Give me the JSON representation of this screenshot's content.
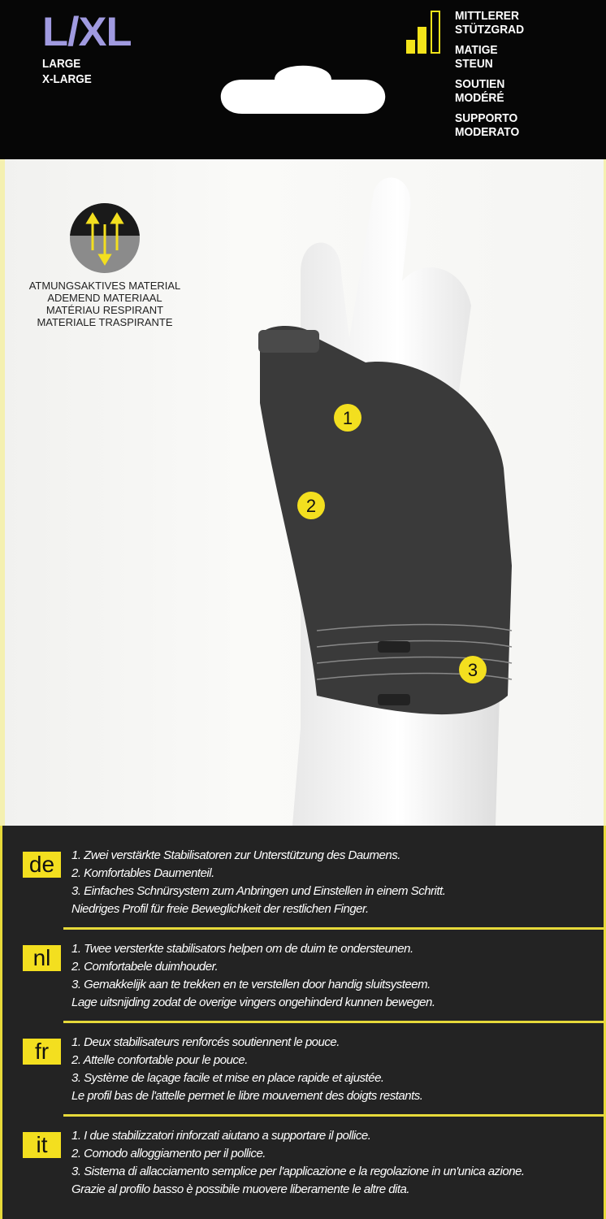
{
  "header": {
    "size_code": "L/XL",
    "size_names": [
      "LARGE",
      "X-LARGE"
    ],
    "support_level": {
      "filled_bars": 2,
      "total_bars": 3,
      "labels": [
        "MITTLERER",
        "STÜTZGRAD",
        "MATIGE",
        "STEUN",
        "SOUTIEN",
        "MODÉRÉ",
        "SUPPORTO",
        "MODERATO"
      ]
    }
  },
  "material": {
    "icon": "breathable-arrows-icon",
    "labels": [
      "ATMUNGSAKTIVES MATERIAL",
      "ADEMEND MATERIAAL",
      "MATÉRIAU RESPIRANT",
      "MATERIALE TRASPIRANTE"
    ]
  },
  "callouts": [
    "1",
    "2",
    "3"
  ],
  "colors": {
    "accent": "#f3df1f",
    "size": "#a09ae0",
    "dark": "#232323"
  },
  "sections": [
    {
      "lang": "de",
      "lines": [
        "1. Zwei verstärkte Stabilisatoren zur Unterstützung des Daumens.",
        "2. Komfortables Daumenteil.",
        "3. Einfaches Schnürsystem zum Anbringen und Einstellen in einem Schritt.",
        "Niedriges Profil für freie Beweglichkeit der restlichen Finger."
      ]
    },
    {
      "lang": "nl",
      "lines": [
        "1. Twee versterkte stabilisators helpen om de duim te ondersteunen.",
        "2. Comfortabele duimhouder.",
        "3. Gemakkelijk aan te trekken en te verstellen door handig sluitsysteem.",
        "Lage uitsnijding zodat de overige vingers ongehinderd kunnen bewegen."
      ]
    },
    {
      "lang": "fr",
      "lines": [
        "1. Deux stabilisateurs renforcés soutiennent le pouce.",
        "2. Attelle confortable pour le pouce.",
        "3. Système de laçage facile et mise en place rapide et ajustée.",
        "Le profil bas de l'attelle permet le libre mouvement des doigts restants."
      ]
    },
    {
      "lang": "it",
      "lines": [
        "1. I due stabilizzatori rinforzati aiutano a supportare il pollice.",
        "2. Comodo alloggiamento per il pollice.",
        "3. Sistema di allacciamento semplice per l'applicazione e la regolazione in un'unica azione.",
        "Grazie al profilo basso è possibile muovere liberamente le altre dita."
      ]
    }
  ]
}
